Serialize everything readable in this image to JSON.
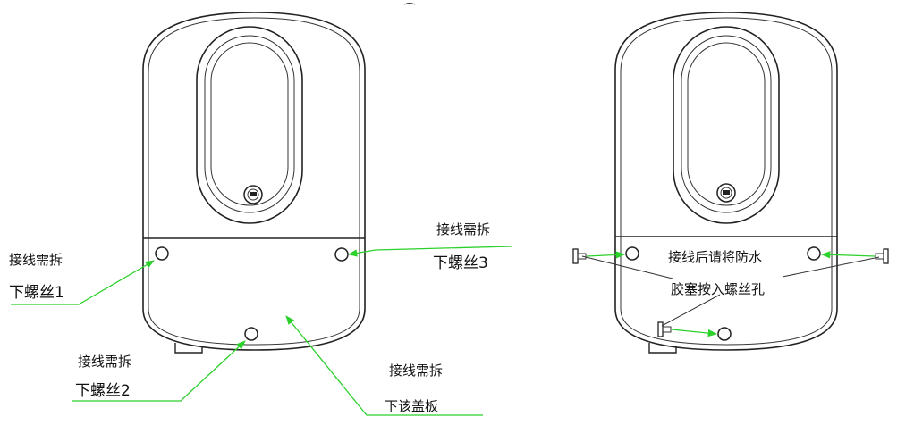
{
  "colors": {
    "line": "#222222",
    "leader": "#2cd12c",
    "background": "#ffffff"
  },
  "left_device": {
    "callouts": {
      "screw1": [
        "接线需拆",
        "下螺丝1"
      ],
      "screw2": [
        "接线需拆",
        "下螺丝2"
      ],
      "screw3": [
        "接线需拆",
        "下螺丝3"
      ],
      "cover": [
        "接线需拆",
        "下该盖板"
      ]
    }
  },
  "right_device": {
    "note": [
      "接线后请将防水",
      "胶塞按入螺丝孔"
    ]
  },
  "icons": {
    "lock": "keyhole-lock-icon",
    "plug": "waterproof-plug-icon",
    "screw": "screw-hole-icon"
  }
}
